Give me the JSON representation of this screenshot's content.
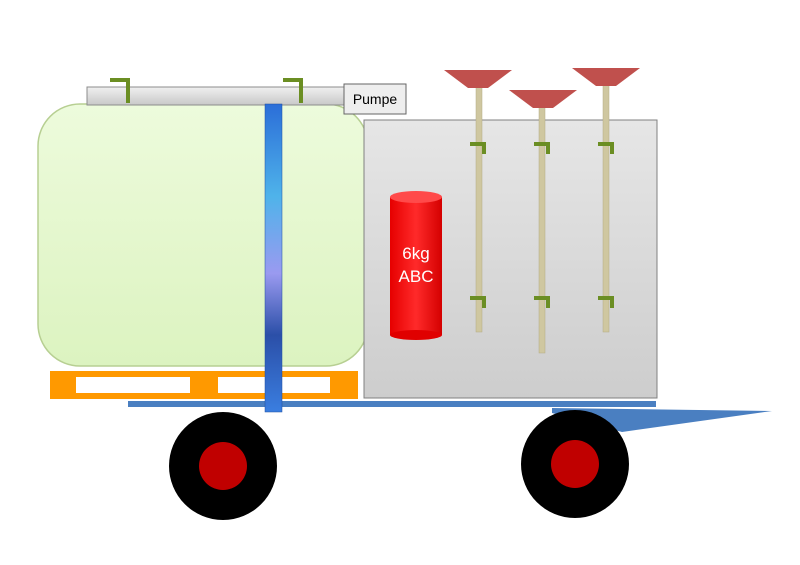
{
  "labels": {
    "pump": "Pumpe",
    "extinguisher_line1": "6kg",
    "extinguisher_line2": "ABC"
  },
  "colors": {
    "tank_fill": "#e6f9cf",
    "tank_stroke": "#b7cf92",
    "cabinet": "#d7d7d7",
    "pallet": "#ff9900",
    "chassis": "#4a7fc1",
    "wheel_tire": "#000000",
    "wheel_hub": "#c00000",
    "extinguisher": "#ff0000",
    "pole": "#cfc7a0",
    "funnel": "#c0504d",
    "clip": "#6b8e23"
  }
}
